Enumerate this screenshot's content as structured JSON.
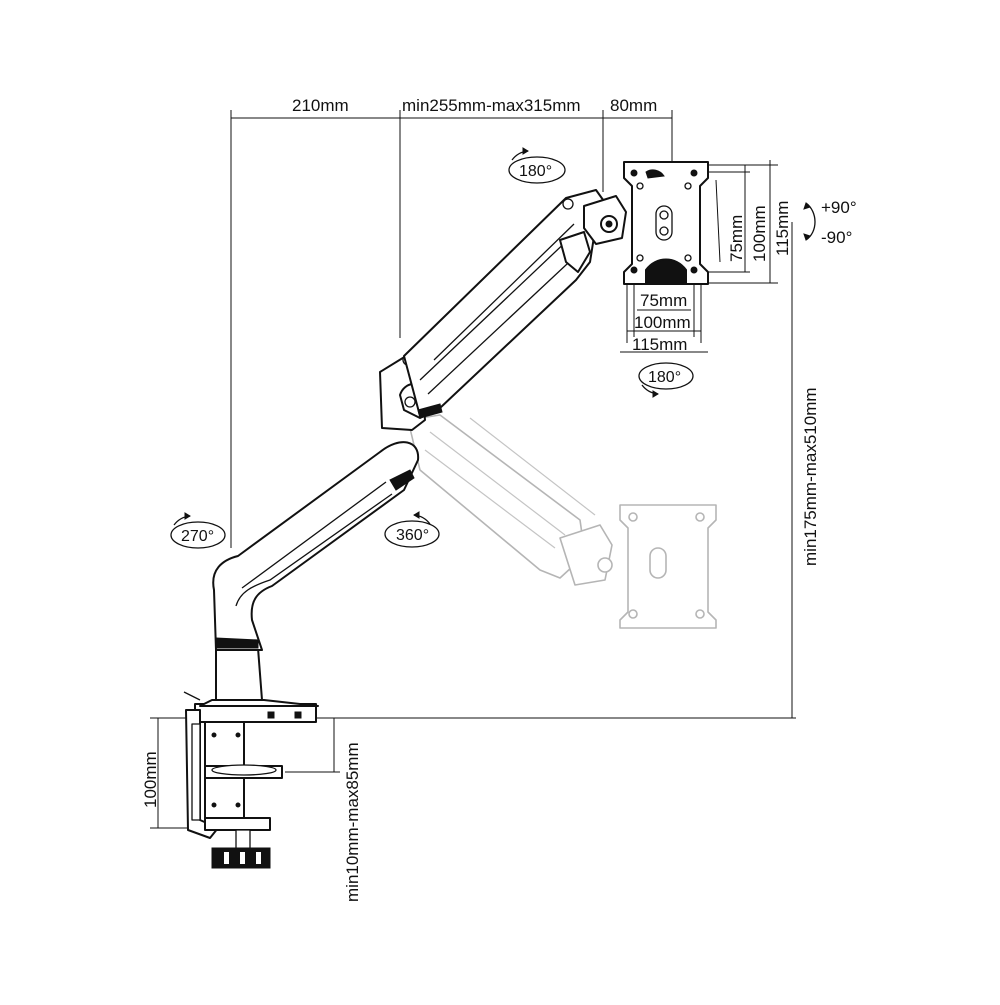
{
  "top_dimensions": {
    "d1": "210mm",
    "d2": "min255mm-max315mm",
    "d3": "80mm"
  },
  "vesa": {
    "inner_h": "75mm",
    "mid_h": "100mm",
    "outer_h": "115mm",
    "inner_w": "75mm",
    "mid_w": "100mm",
    "outer_w": "115mm"
  },
  "tilt": {
    "up": "+90°",
    "down": "-90°"
  },
  "rotations": {
    "head_top": "180°",
    "head_bottom": "180°",
    "base": "270°",
    "elbow": "360°"
  },
  "height_range": "min175mm-max510mm",
  "clamp": {
    "height": "100mm",
    "desk_thickness": "min10mm-max85mm"
  }
}
